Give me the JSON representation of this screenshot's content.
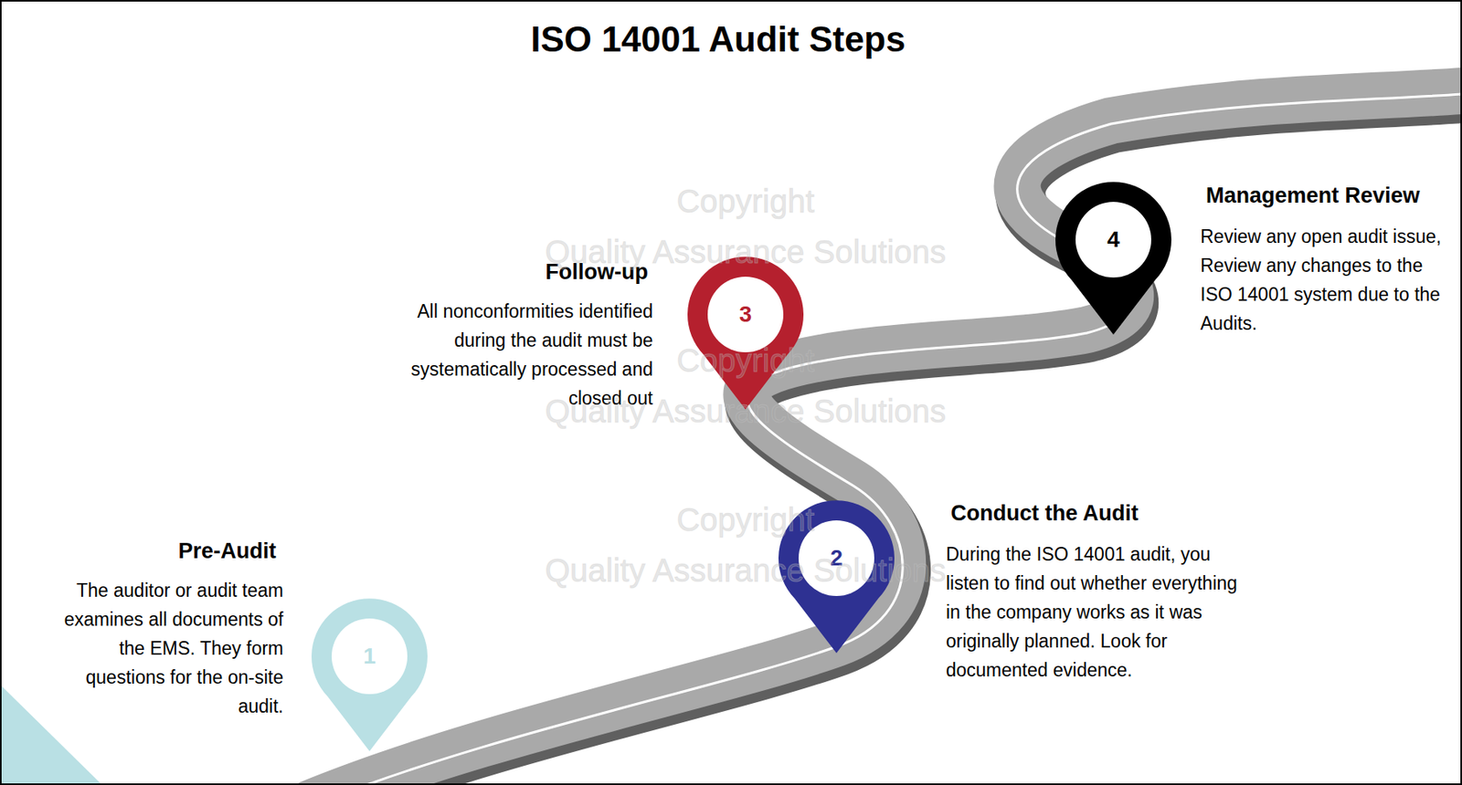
{
  "diagram": {
    "title": "ISO 14001 Audit Steps",
    "nodes": [
      {
        "text": [
          "1"
        ]
      },
      {
        "text": [
          "2"
        ]
      },
      {
        "text": [
          "3"
        ]
      },
      {
        "text": [
          "4"
        ]
      }
    ],
    "labels": [
      "Pre-Audit",
      "The auditor or audit team examines all documents of the EMS. They form questions for the on-site audit.",
      "Conduct the Audit",
      "During the ISO 14001 audit, you listen to find out whether everything in the company works as it was originally planned. Look for documented evidence.",
      "Follow-up",
      "All nonconformities identified during the audit must be systematically processed and closed out",
      "Management Review",
      "Review any open audit issue, Review any changes to the ISO 14001 system due to the Audits.",
      "Copyright",
      "Quality Assurance Solutions",
      "Copyright",
      "Quality Assurance Solutions",
      "Copyright",
      "Quality Assurance Solutions"
    ]
  }
}
